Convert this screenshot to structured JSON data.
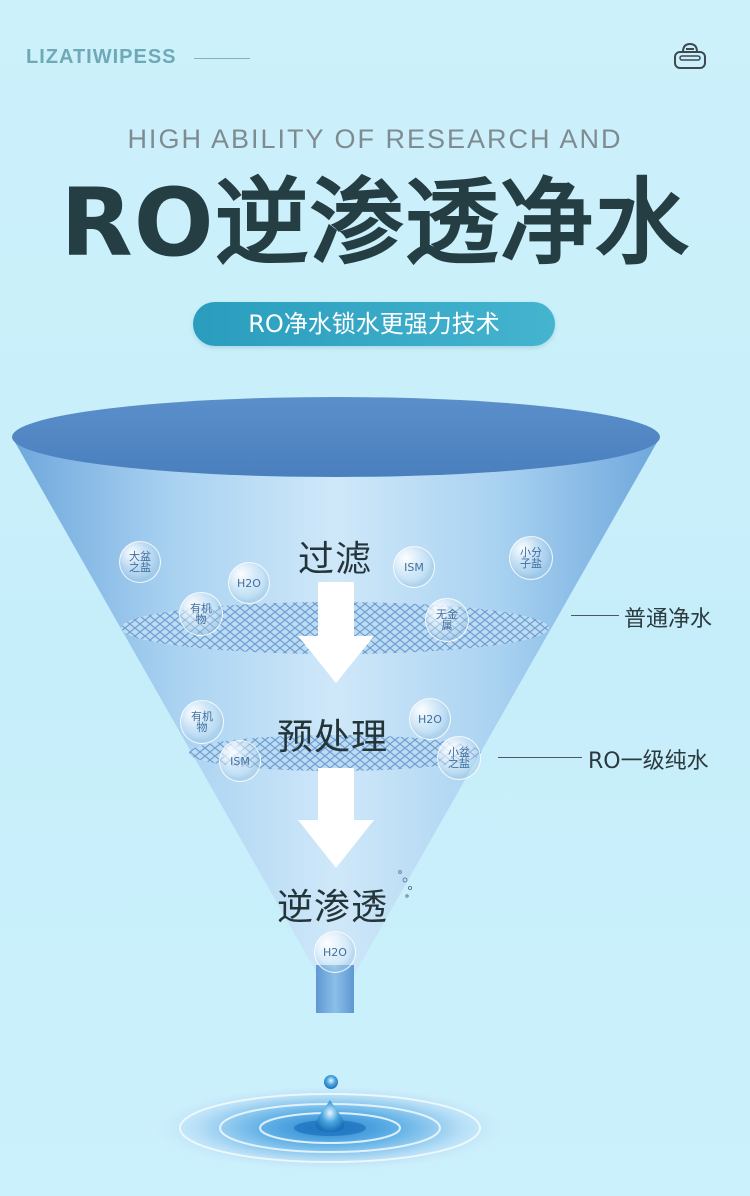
{
  "header": {
    "brand": "LIZATIWIPESS",
    "logo_icon": "wipes-pack-icon"
  },
  "hero": {
    "subtitle_en": "HIGH ABILITY OF RESEARCH AND",
    "title": "RO逆渗透净水",
    "pill": "RO净水锁水更强力技术"
  },
  "funnel": {
    "stages": [
      "过滤",
      "预处理",
      "逆渗透"
    ],
    "side_labels": [
      "普通净水",
      "RO一级纯水"
    ],
    "bubbles": [
      {
        "text": "大盆之盐"
      },
      {
        "text": "H2O"
      },
      {
        "text": "ISM"
      },
      {
        "text": "小分子盐"
      },
      {
        "text": "有机物"
      },
      {
        "text": "无金属"
      },
      {
        "text": "有机物"
      },
      {
        "text": "H2O"
      },
      {
        "text": "ISM"
      },
      {
        "text": "小盆之盐"
      },
      {
        "text": "H2O"
      }
    ],
    "colors": {
      "rim": "#4f86c2",
      "body": "#8fbfe8",
      "arrow": "#ffffff"
    }
  }
}
